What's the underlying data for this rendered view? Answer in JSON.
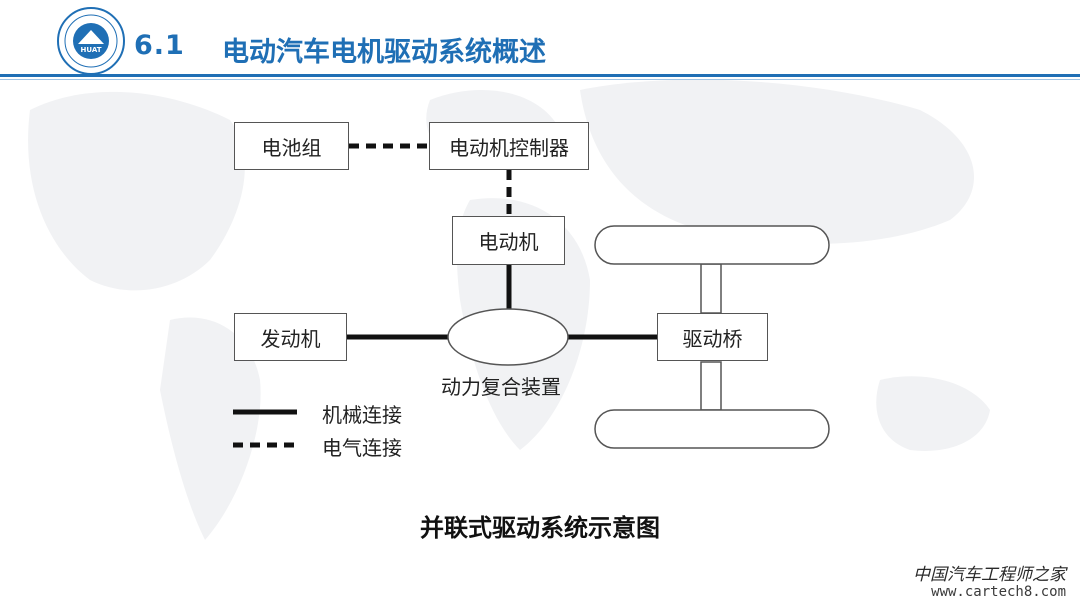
{
  "header": {
    "section_number": "6.1",
    "title": "电动汽车电机驱动系统概述",
    "logo_text": "HUAT"
  },
  "diagram": {
    "boxes": {
      "battery": "电池组",
      "motor_controller": "电动机控制器",
      "motor": "电动机",
      "engine": "发动机",
      "drive_axle": "驱动桥"
    },
    "coupler_label": "动力复合装置",
    "legend": {
      "mechanical": "机械连接",
      "electrical": "电气连接"
    },
    "caption": "并联式驱动系统示意图"
  },
  "watermark": {
    "name": "中国汽车工程师之家",
    "url": "www.cartech8.com"
  },
  "colors": {
    "accent": "#1f6fb5",
    "line": "#111111"
  }
}
